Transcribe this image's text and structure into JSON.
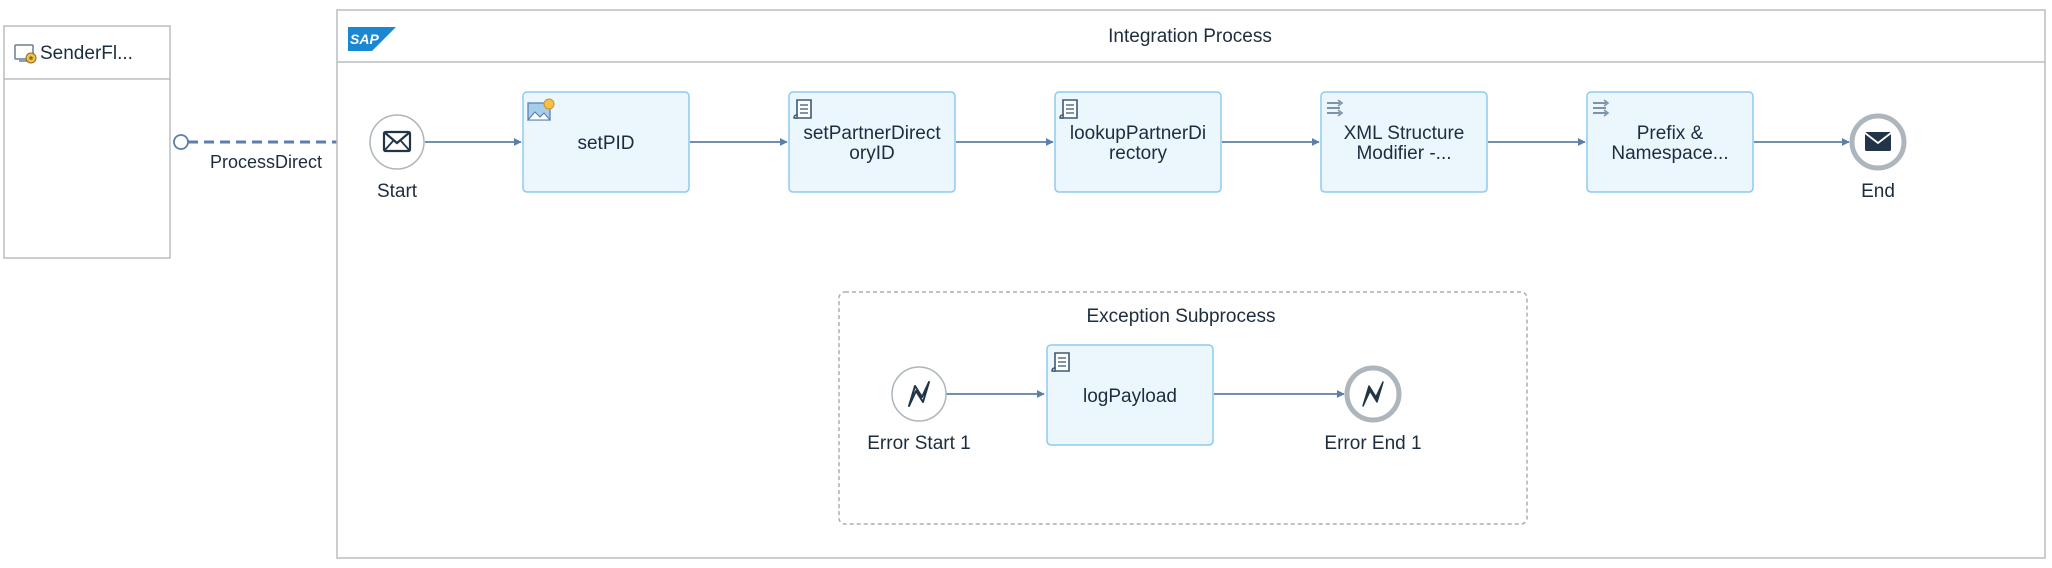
{
  "sender": {
    "title": "SenderFl..."
  },
  "channel": {
    "label": "ProcessDirect"
  },
  "process": {
    "title": "Integration Process",
    "logo_text": "SAP",
    "start_label": "Start",
    "end_label": "End",
    "steps": [
      {
        "label_lines": [
          "setPID"
        ],
        "icon": "content-modifier-icon"
      },
      {
        "label_lines": [
          "setPartnerDirect",
          "oryID"
        ],
        "icon": "script-icon"
      },
      {
        "label_lines": [
          "lookupPartnerDi",
          "rectory"
        ],
        "icon": "script-icon"
      },
      {
        "label_lines": [
          "XML Structure",
          "Modifier -..."
        ],
        "icon": "converter-icon"
      },
      {
        "label_lines": [
          "Prefix &",
          "Namespace..."
        ],
        "icon": "converter-icon"
      }
    ]
  },
  "subprocess": {
    "title": "Exception Subprocess",
    "error_start_label": "Error Start 1",
    "error_end_label": "Error End 1",
    "step": {
      "label_lines": [
        "logPayload"
      ],
      "icon": "script-icon"
    }
  },
  "colors": {
    "task_fill": "#ebf6fd",
    "task_border": "#8ecaf0",
    "flow_line": "#5b7fa6",
    "container_border": "#b8bdc2",
    "sap_blue": "#1a87d2",
    "event_ring": "#adb5bd"
  }
}
